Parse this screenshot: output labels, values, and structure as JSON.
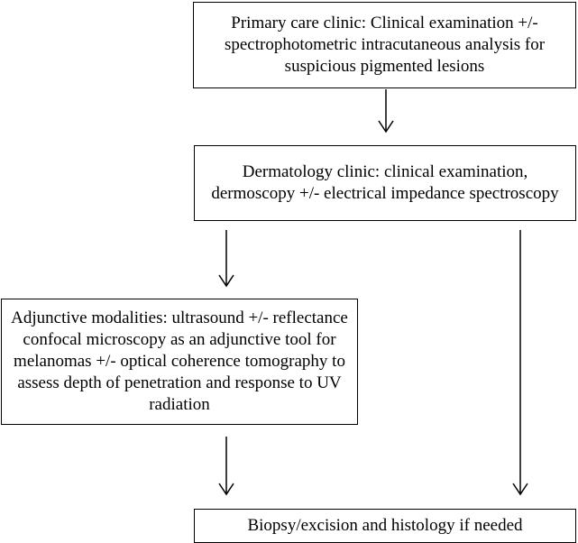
{
  "diagram": {
    "nodes": {
      "primary_care": "Primary care clinic:  Clinical examination +/- spectrophotometric intracutaneous analysis for suspicious pigmented lesions",
      "dermatology": "Dermatology clinic: clinical examination, dermoscopy +/- electrical impedance spectroscopy",
      "adjunctive": "Adjunctive modalities: ultrasound +/- reflectance confocal microscopy as an adjunctive tool for melanomas +/- optical coherence tomography to assess depth of penetration and response to UV radiation",
      "biopsy": "Biopsy/excision and histology if needed"
    },
    "edges": [
      {
        "from": "primary_care",
        "to": "dermatology"
      },
      {
        "from": "dermatology",
        "to": "adjunctive"
      },
      {
        "from": "adjunctive",
        "to": "biopsy"
      },
      {
        "from": "dermatology",
        "to": "biopsy"
      }
    ],
    "colors": {
      "line": "#000000",
      "background": "#ffffff"
    }
  }
}
